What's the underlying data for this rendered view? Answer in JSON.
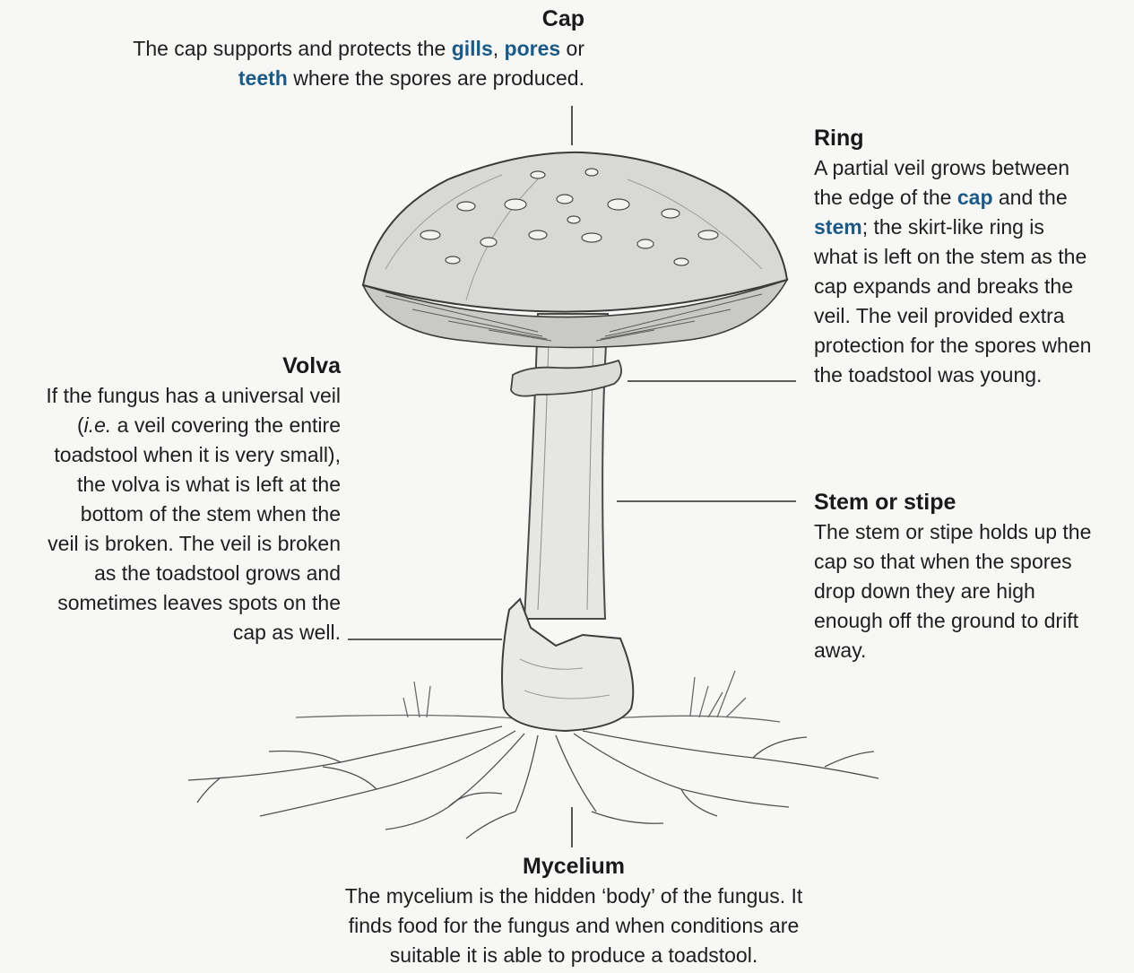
{
  "colors": {
    "background": "#f7f7f5",
    "text": "#1e1e1e",
    "keyword": "#1a5a86",
    "leader_line": "#2a2a2a",
    "pencil": "#555555"
  },
  "illustration": {
    "subject": "pencil drawing of a mushroom (toadstool) with cap, gills, ring, stem, volva and mycelium"
  },
  "labels": {
    "cap": {
      "heading": "Cap",
      "line1_a": "The cap supports and protects the ",
      "kw_gills": "gills",
      "comma": ", ",
      "kw_pores": "pores",
      "or": " or",
      "kw_teeth": "teeth",
      "line2_rest": " where the spores are produced."
    },
    "ring": {
      "heading": "Ring",
      "line1": "A partial veil grows between",
      "line2_a": "the edge of the ",
      "kw_cap": "cap",
      "line2_b": " and the",
      "kw_stem": "stem",
      "line3_b": "; the skirt-like ring is",
      "line4": "what is left on the stem as the",
      "line5": "cap expands and breaks the",
      "line6": "veil. The veil provided extra",
      "line7": "protection for the spores when",
      "line8": "the toadstool was young."
    },
    "volva": {
      "heading": "Volva",
      "line1": "If the fungus has a universal veil",
      "line2_open": "(",
      "line2_ie": "i.e.",
      "line2_rest": " a veil covering the entire",
      "line3": "toadstool when it is very small),",
      "line4": "the volva is what is left at the",
      "line5": "bottom of the stem when the",
      "line6": "veil is broken. The veil is broken",
      "line7": "as the toadstool grows and",
      "line8": "sometimes leaves spots on the",
      "line9": "cap as well."
    },
    "stem": {
      "heading": "Stem or stipe",
      "line1": "The stem or stipe holds up the",
      "line2": "cap so that when the spores",
      "line3": "drop down they are high",
      "line4": "enough off the ground to drift",
      "line5": "away."
    },
    "mycelium": {
      "heading": "Mycelium",
      "line1": "The mycelium is the hidden ‘body’ of the fungus. It",
      "line2": "finds food for the fungus and when conditions are",
      "line3": "suitable it is able to produce a toadstool."
    }
  }
}
